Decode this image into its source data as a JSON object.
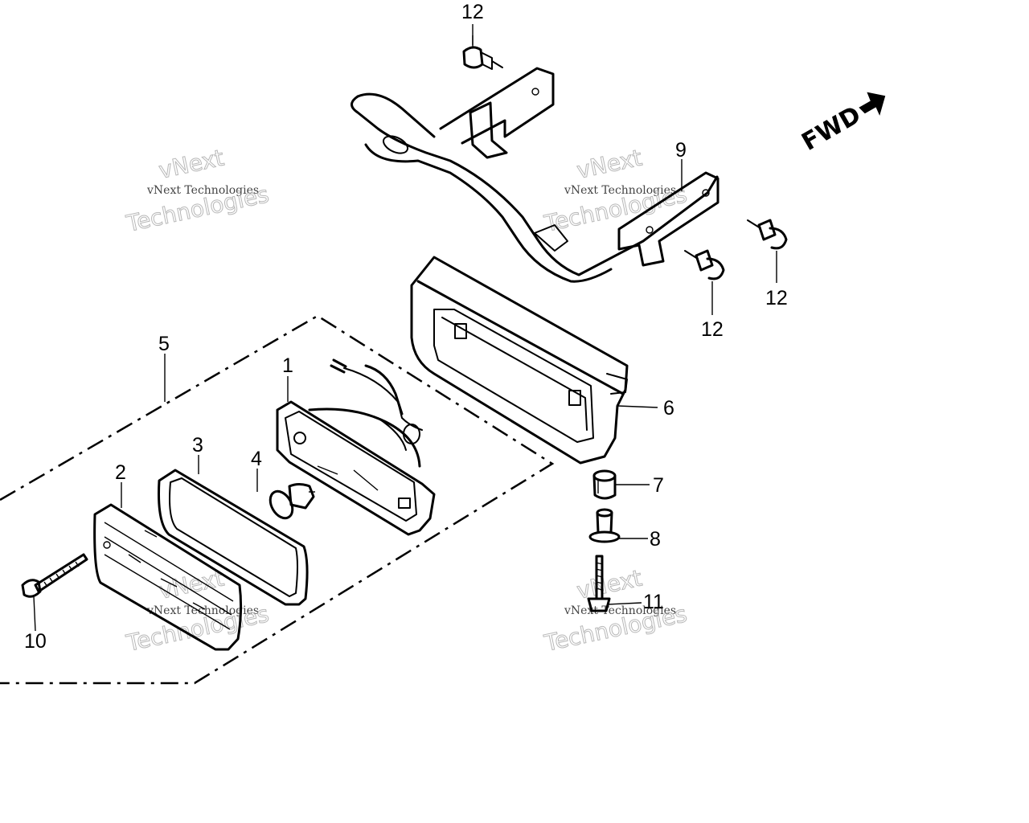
{
  "direction_label": "FWD",
  "watermark": {
    "line1": "vNext Technologies",
    "line2": "Technologies",
    "outline_text": "vNext"
  },
  "callouts": [
    {
      "id": "c1",
      "text": "1"
    },
    {
      "id": "c2",
      "text": "2"
    },
    {
      "id": "c3",
      "text": "3"
    },
    {
      "id": "c4",
      "text": "4"
    },
    {
      "id": "c5",
      "text": "5"
    },
    {
      "id": "c6",
      "text": "6"
    },
    {
      "id": "c7",
      "text": "7"
    },
    {
      "id": "c8",
      "text": "8"
    },
    {
      "id": "c9",
      "text": "9"
    },
    {
      "id": "c10",
      "text": "10"
    },
    {
      "id": "c11",
      "text": "11"
    },
    {
      "id": "c12a",
      "text": "12"
    },
    {
      "id": "c12b",
      "text": "12"
    },
    {
      "id": "c12c",
      "text": "12"
    }
  ],
  "colors": {
    "ink": "#000000",
    "background": "#ffffff",
    "watermark": "#b8b8b8"
  }
}
